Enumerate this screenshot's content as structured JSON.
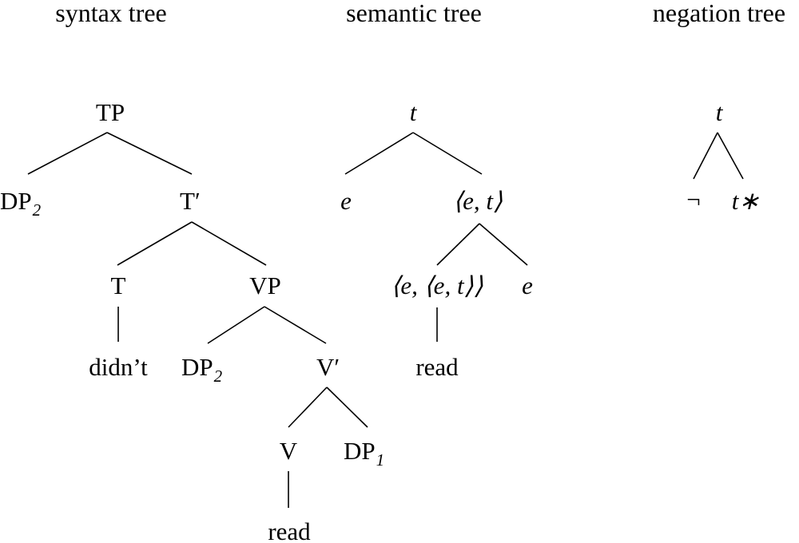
{
  "titles": {
    "syntax": "syntax tree",
    "semantic": "semantic tree",
    "negation": "negation tree"
  },
  "syntax_tree": {
    "tp": "TP",
    "dp2_top_base": "DP",
    "dp2_top_sub": "2",
    "tbar_base": "T",
    "tbar_prime": "′",
    "t": "T",
    "vp": "VP",
    "didnt": "didn’t",
    "dp2_low_base": "DP",
    "dp2_low_sub": "2",
    "vbar_base": "V",
    "vbar_prime": "′",
    "v": "V",
    "dp1_base": "DP",
    "dp1_sub": "1",
    "read": "read"
  },
  "semantic_tree": {
    "root": "t",
    "e_left": "e",
    "et": "⟨e, t⟩",
    "eet": "⟨e, ⟨e, t⟩⟩",
    "e_right": "e",
    "read": "read"
  },
  "negation_tree": {
    "root": "t",
    "neg": "¬",
    "tstar": "t∗"
  }
}
